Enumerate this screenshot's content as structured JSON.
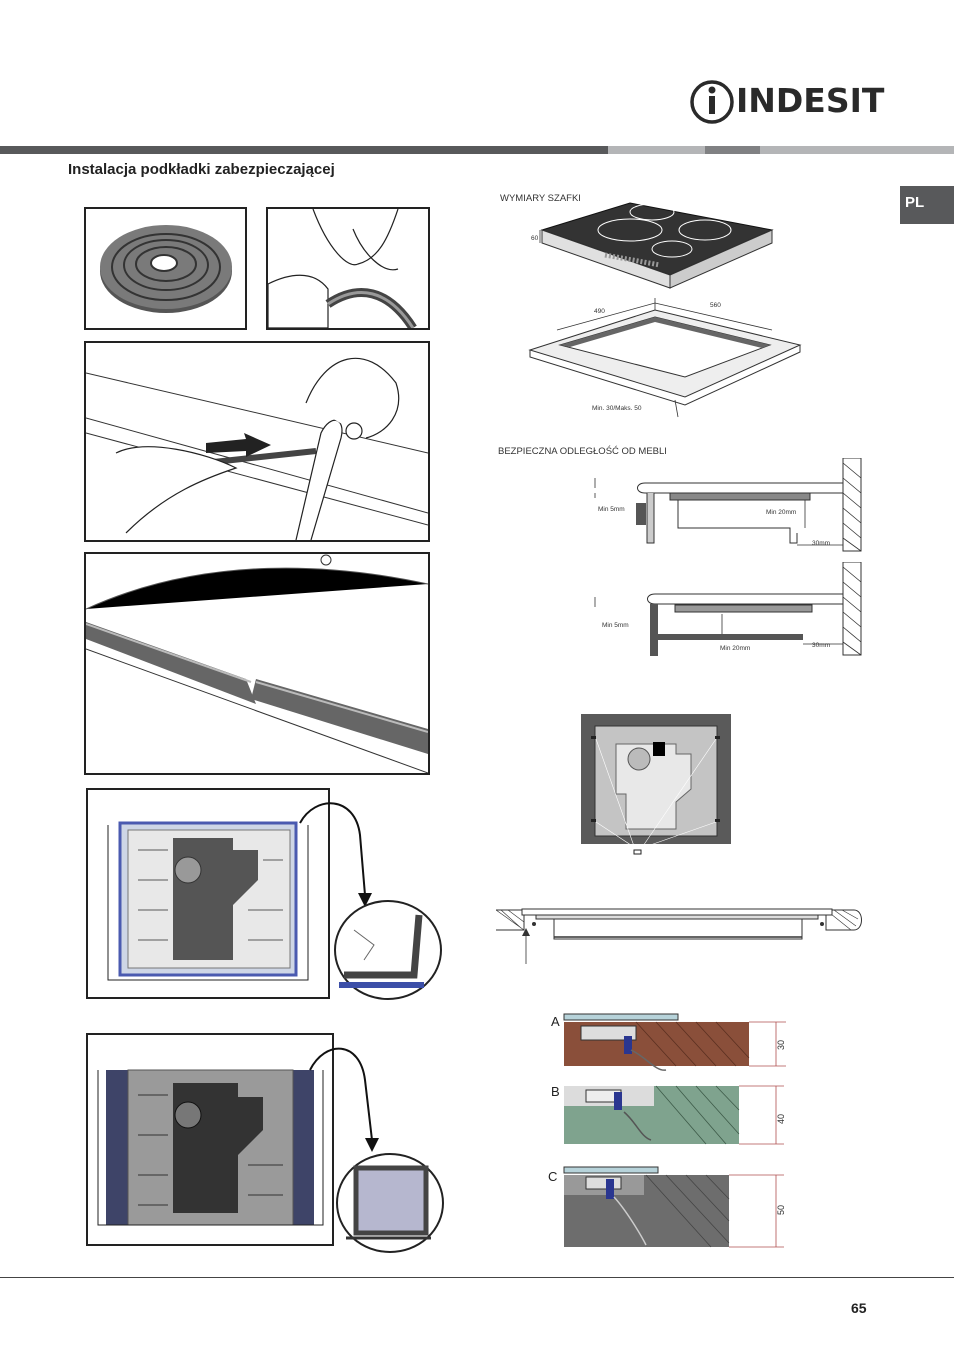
{
  "brand": {
    "name": "INDESIT"
  },
  "language_tab": "PL",
  "section_title": "Instalacja podkładki zabezpieczającej",
  "cabinet": {
    "heading": "WYMIARY SZAFKI",
    "dim_height": "60",
    "dim_depth": "490",
    "dim_width": "560",
    "dim_worktop": "Min. 30/Maks. 50"
  },
  "clearance": {
    "heading": "BEZPIECZNA ODLEGŁOŚĆ OD MEBLI",
    "top": {
      "gap": "Min 5mm",
      "depth": "Min 20mm",
      "wall": "30mm"
    },
    "bottom": {
      "gap": "Min 5mm",
      "depth": "Min 20mm",
      "wall": "30mm"
    }
  },
  "worktops": [
    {
      "letter": "A",
      "thickness": "30"
    },
    {
      "letter": "B",
      "thickness": "40"
    },
    {
      "letter": "C",
      "thickness": "50"
    }
  ],
  "page_number": "65",
  "colors": {
    "header_bar": "#58595b",
    "header_bar_light": "#b4b5b7",
    "wood": "#8a4f3a",
    "marble": "#7fa38e",
    "granite": "#6d6d6d",
    "seal_blue": "#3c4fa8"
  }
}
